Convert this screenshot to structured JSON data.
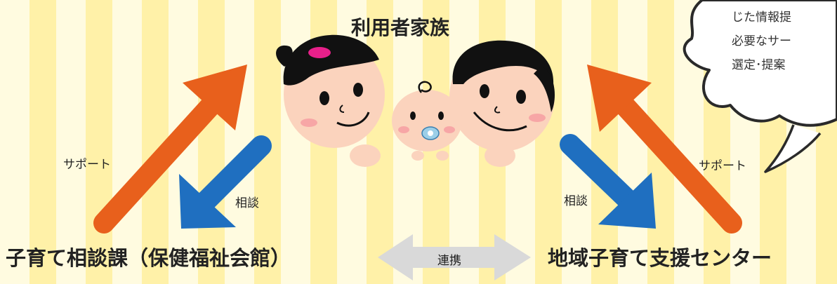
{
  "family_title": "利用者家族",
  "left_org": "子育て相談課（保健福祉会館）",
  "right_org": "地域子育て支援センター",
  "link_label": "連携",
  "left_support": "サポート",
  "left_consult": "相談",
  "right_support": "サポート",
  "right_consult": "相談",
  "bubble": {
    "lines": [
      "じた情報提",
      "必要なサー",
      "選定･提案"
    ]
  },
  "colors": {
    "support_arrow": "#e8601c",
    "consult_arrow": "#1f6fc0",
    "link_arrow": "#d9d9d9"
  }
}
